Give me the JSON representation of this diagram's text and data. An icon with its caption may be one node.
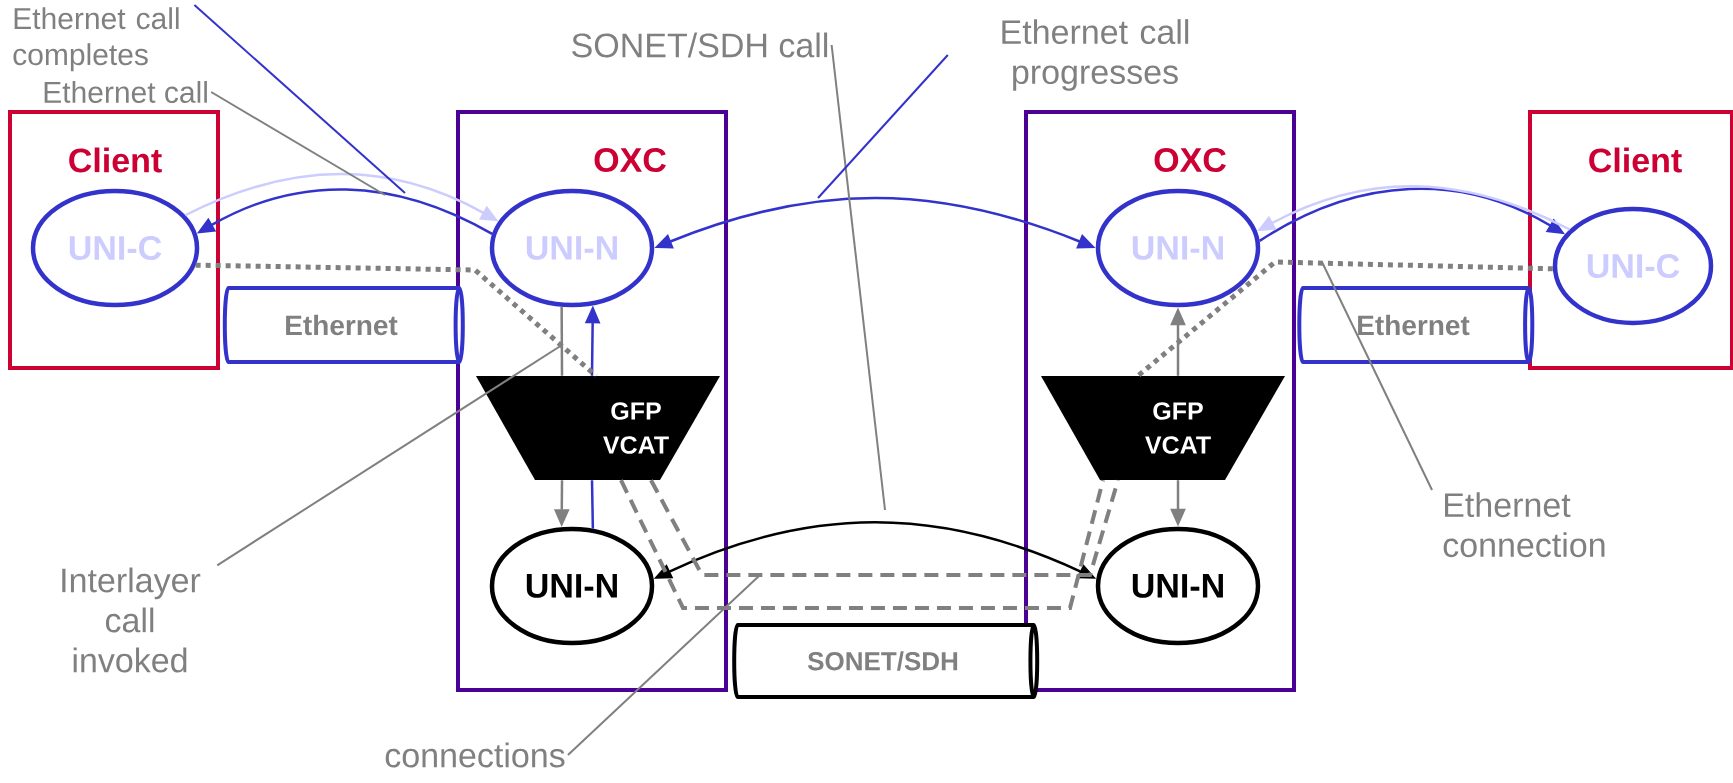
{
  "diagram": {
    "nodes": [
      {
        "text": [
          "Client"
        ]
      },
      {
        "text": [
          "UNI-C"
        ],
        "in": 0
      },
      {
        "text": [
          "OXC"
        ]
      },
      {
        "text": [
          "UNI-N"
        ],
        "in": 2
      },
      {
        "text": [
          "GFP VCAT"
        ],
        "in": 2
      },
      {
        "text": [
          "UNI-N"
        ],
        "in": 2
      },
      {
        "text": [
          "OXC"
        ]
      },
      {
        "text": [
          "UNI-N"
        ],
        "in": 6
      },
      {
        "text": [
          "GFP VCAT"
        ],
        "in": 6
      },
      {
        "text": [
          "UNI-N"
        ],
        "in": 6
      },
      {
        "text": [
          "Client"
        ]
      },
      {
        "text": [
          "UNI-C"
        ],
        "in": 10
      },
      {
        "text": [
          "Ethernet"
        ]
      },
      {
        "text": [
          "Ethernet"
        ]
      },
      {
        "text": [
          "SONET/SDH"
        ]
      },
      {
        "text": [
          "Ethernet call completes"
        ]
      },
      {
        "text": [
          "Ethernet call"
        ]
      },
      {
        "text": [
          "SONET/SDH call"
        ]
      },
      {
        "text": [
          "Ethernet call progresses"
        ]
      },
      {
        "text": [
          "Ethernet connection"
        ]
      },
      {
        "text": [
          "Interlayer call invoked"
        ]
      },
      {
        "text": [
          "connections"
        ]
      }
    ],
    "edges": [
      {
        "from": 3,
        "to": 1,
        "arrow": "to",
        "color": "#3333cc"
      },
      {
        "from": 1,
        "to": 3,
        "arrow": "to",
        "color": "#ccccff"
      },
      {
        "from": 7,
        "to": 3,
        "arrow": "both",
        "color": "#3333cc"
      },
      {
        "from": 7,
        "to": 11,
        "arrow": "to",
        "color": "#3333cc"
      },
      {
        "from": 11,
        "to": 7,
        "arrow": "to",
        "color": "#ccccff"
      },
      {
        "from": 3,
        "to": 4,
        "arrow": "none"
      },
      {
        "from": 4,
        "to": 3,
        "arrow": "to",
        "color": "#3333cc"
      },
      {
        "from": 8,
        "to": 7,
        "arrow": "to"
      },
      {
        "from": 8,
        "to": 9,
        "arrow": "to"
      },
      {
        "from": 5,
        "to": 9,
        "arrow": "both",
        "color": "#000000"
      },
      {
        "from": 1,
        "to": 4,
        "arrow": "none",
        "style": "dashed"
      },
      {
        "from": 11,
        "to": 8,
        "arrow": "none",
        "style": "dashed"
      },
      {
        "from": 4,
        "to": 8,
        "arrow": "none",
        "style": "dashed"
      },
      {
        "from": 4,
        "to": 8,
        "arrow": "none",
        "style": "dashed"
      },
      {
        "from": 15,
        "to": null,
        "arrow": "none",
        "color": "#3333cc"
      },
      {
        "from": 16,
        "to": null,
        "arrow": "none"
      },
      {
        "from": 17,
        "to": null,
        "arrow": "none"
      },
      {
        "from": 18,
        "to": null,
        "arrow": "none",
        "color": "#3333cc"
      },
      {
        "from": 19,
        "to": null,
        "arrow": "none"
      },
      {
        "from": 20,
        "to": null,
        "arrow": "none"
      },
      {
        "from": 21,
        "to": null,
        "arrow": "none"
      },
      {
        "from": 4,
        "to": 5,
        "arrow": "to"
      },
      {
        "from": 5,
        "to": 4,
        "arrow": "none",
        "color": "#3333cc"
      }
    ]
  }
}
